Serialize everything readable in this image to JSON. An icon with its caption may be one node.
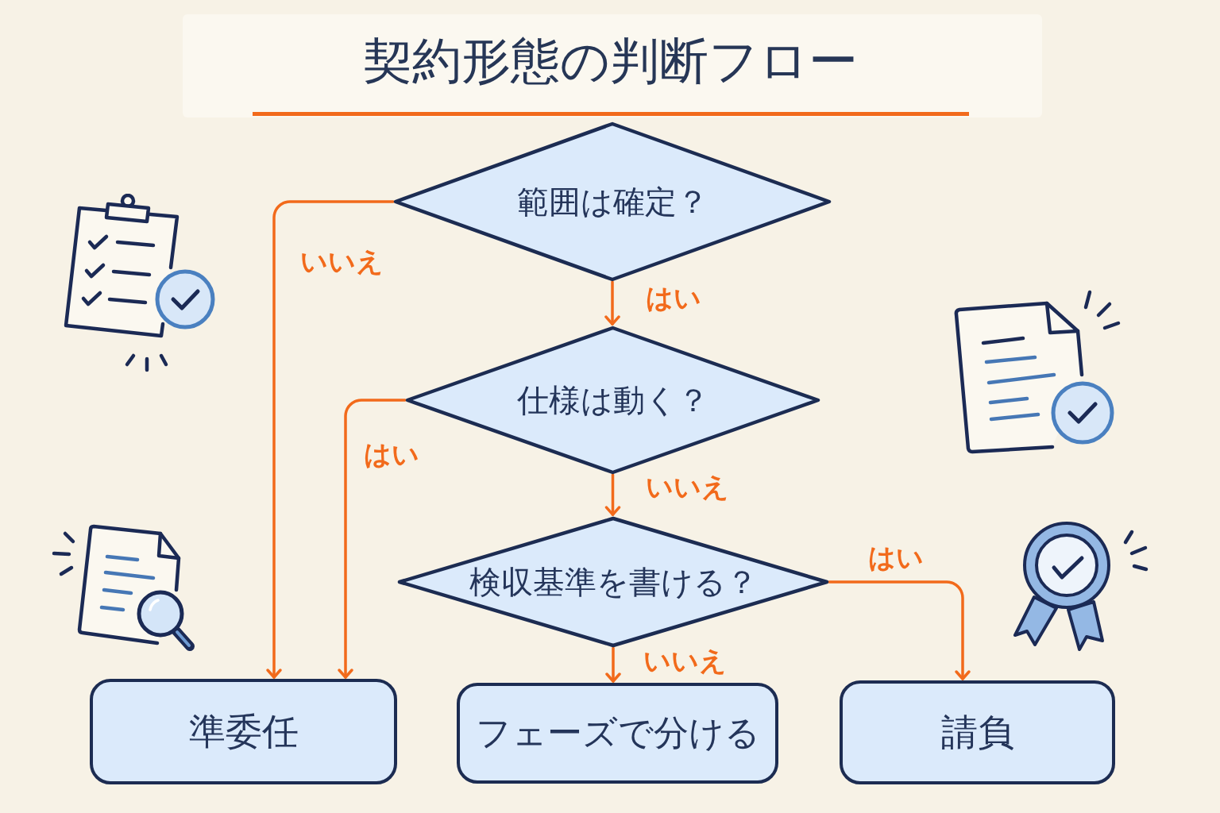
{
  "diagram": {
    "title": "契約形態の判断フロー",
    "nodes": [
      {
        "text": [
          "範囲は確定？"
        ]
      },
      {
        "text": [
          "仕様は動く？"
        ]
      },
      {
        "text": [
          "検収基準を書ける？"
        ]
      },
      {
        "text": [
          "準委任"
        ]
      },
      {
        "text": [
          "フェーズで分ける"
        ]
      },
      {
        "text": [
          "請負"
        ]
      }
    ],
    "edges": [
      {
        "from": 0,
        "to": 3,
        "arrow": "to",
        "label": "いいえ"
      },
      {
        "from": 0,
        "to": 1,
        "arrow": "to",
        "label": "はい"
      },
      {
        "from": 1,
        "to": 3,
        "arrow": "to",
        "label": "はい"
      },
      {
        "from": 1,
        "to": 2,
        "arrow": "to",
        "label": "いいえ"
      },
      {
        "from": 2,
        "to": 5,
        "arrow": "to",
        "label": "はい"
      },
      {
        "from": 2,
        "to": 4,
        "arrow": "to",
        "label": "いいえ"
      }
    ]
  }
}
